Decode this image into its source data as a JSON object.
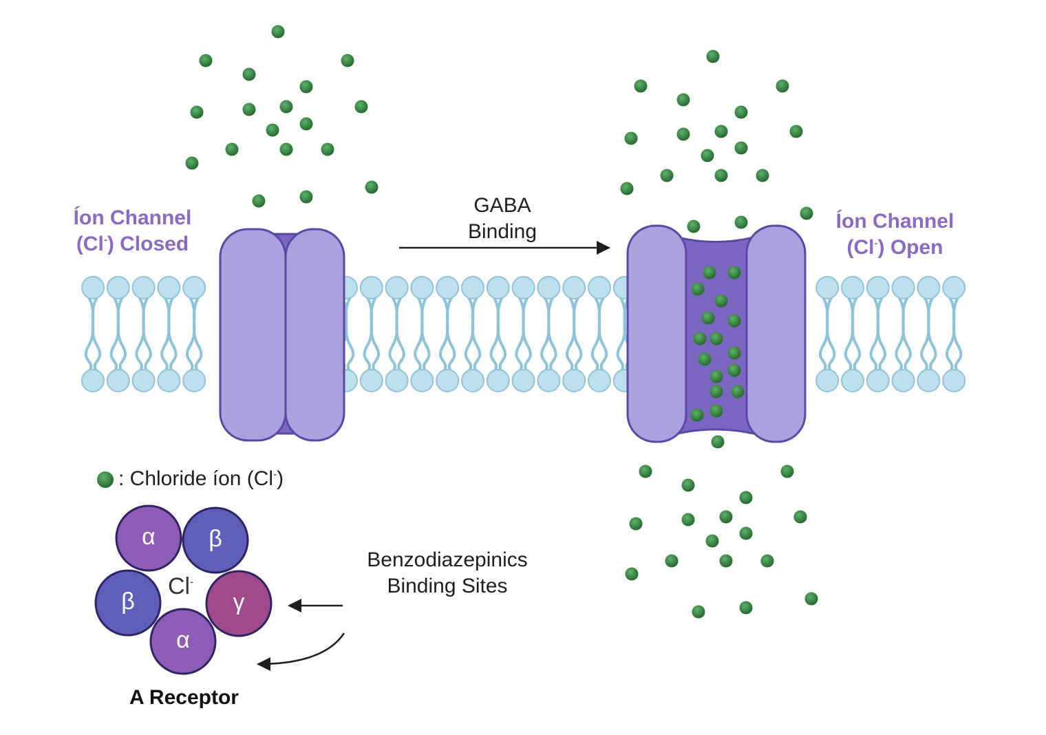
{
  "labels": {
    "closed_line1": "Íon Channel",
    "closed_line2_pre": "(Cl",
    "closed_line2_sup": "-",
    "closed_line2_post": ") Closed",
    "open_line1": "Íon Channel",
    "open_line2_pre": "(Cl",
    "open_line2_sup": "-",
    "open_line2_post": ") Open",
    "arrow_line1": "GABA",
    "arrow_line2": "Binding",
    "legend_pre": ": Chloride íon (Cl",
    "legend_sup": "-",
    "legend_post": ")",
    "benzo_line1": "Benzodiazepinics",
    "benzo_line2": "Binding Sites",
    "receptor_caption": "A Receptor",
    "receptor_center_pre": "Cl",
    "receptor_center_sup": "-"
  },
  "subunits": [
    {
      "label": "α",
      "color": "#8e5bb5"
    },
    {
      "label": "β",
      "color": "#5e5fb8"
    },
    {
      "label": "β",
      "color": "#5e5fb8"
    },
    {
      "label": "γ",
      "color": "#a04a8c"
    },
    {
      "label": "α",
      "color": "#8e5bb5"
    }
  ],
  "colors": {
    "membrane_head": "#bde0ee",
    "membrane_outline": "#8fc3da",
    "channel_light": "#aaa2dc",
    "channel_dark": "#7a66c0",
    "channel_outline": "#5a48a6",
    "ion": "#2f7d3a",
    "label_purple": "#8a6bc2",
    "arrow": "#1e1e1e"
  }
}
